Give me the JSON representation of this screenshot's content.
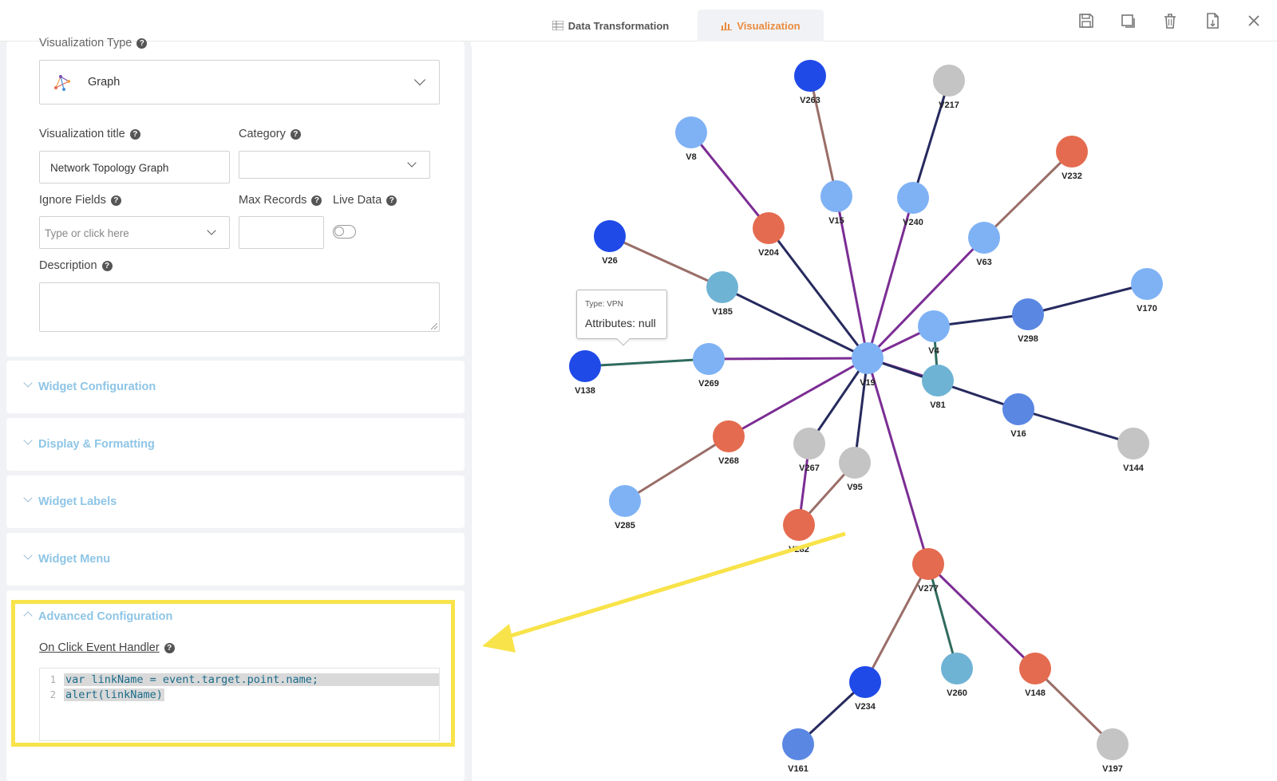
{
  "tabs": [
    {
      "label": "Data Transformation"
    },
    {
      "label": "Visualization"
    }
  ],
  "toolbar": {
    "icons": [
      "save-icon",
      "duplicate-icon",
      "trash-icon",
      "export-pdf-icon",
      "close-icon"
    ]
  },
  "form": {
    "viz_type_label": "Visualization Type",
    "viz_type_value": "Graph",
    "title_label": "Visualization title",
    "title_value": "Network Topology Graph",
    "category_label": "Category",
    "category_value": "",
    "ignore_label": "Ignore Fields",
    "ignore_placeholder": "Type or click here",
    "max_records_label": "Max Records",
    "max_records_value": "",
    "live_data_label": "Live Data",
    "live_data_on": false,
    "description_label": "Description",
    "description_value": ""
  },
  "sections": [
    {
      "label": "Widget Configuration"
    },
    {
      "label": "Display & Formatting"
    },
    {
      "label": "Widget Labels"
    },
    {
      "label": "Widget Menu"
    },
    {
      "label": "Advanced Configuration"
    }
  ],
  "advanced": {
    "handler_label": "On Click Event Handler",
    "code_lines": [
      "var linkName = event.target.point.name;",
      "alert(linkName)"
    ],
    "line_numbers": [
      "1",
      "2"
    ]
  },
  "tooltip": {
    "type_text": "Type: VPN",
    "attributes_text": "Attributes: null"
  },
  "colors": {
    "accent_orange": "#e88a3d",
    "section_blue": "#8ec5e6",
    "highlight_yellow": "#f8e34a"
  },
  "graph": {
    "nodes": [
      {
        "id": "V19",
        "color": "#7fb2f5"
      },
      {
        "id": "V263",
        "color": "#1f4ae8"
      },
      {
        "id": "V217",
        "color": "#c4c4c4"
      },
      {
        "id": "V8",
        "color": "#7fb2f5"
      },
      {
        "id": "V232",
        "color": "#e46b4f"
      },
      {
        "id": "V15",
        "color": "#7fb2f5"
      },
      {
        "id": "V240",
        "color": "#7fb2f5"
      },
      {
        "id": "V204",
        "color": "#e46b4f"
      },
      {
        "id": "V26",
        "color": "#1f4ae8"
      },
      {
        "id": "V63",
        "color": "#7fb2f5"
      },
      {
        "id": "V185",
        "color": "#6fb3d4"
      },
      {
        "id": "V170",
        "color": "#7fb2f5"
      },
      {
        "id": "V298",
        "color": "#5a87e2"
      },
      {
        "id": "V4",
        "color": "#7fb2f5"
      },
      {
        "id": "V138",
        "color": "#1f4ae8"
      },
      {
        "id": "V269",
        "color": "#7fb2f5"
      },
      {
        "id": "V81",
        "color": "#6fb3d4"
      },
      {
        "id": "V16",
        "color": "#5a87e2"
      },
      {
        "id": "V144",
        "color": "#c4c4c4"
      },
      {
        "id": "V268",
        "color": "#e46b4f"
      },
      {
        "id": "V267",
        "color": "#c4c4c4"
      },
      {
        "id": "V95",
        "color": "#c4c4c4"
      },
      {
        "id": "V285",
        "color": "#7fb2f5"
      },
      {
        "id": "V282",
        "color": "#e46b4f"
      },
      {
        "id": "V277",
        "color": "#e46b4f"
      },
      {
        "id": "V260",
        "color": "#6fb3d4"
      },
      {
        "id": "V148",
        "color": "#e46b4f"
      },
      {
        "id": "V234",
        "color": "#1f4ae8"
      },
      {
        "id": "V161",
        "color": "#5a87e2"
      },
      {
        "id": "V197",
        "color": "#c4c4c4"
      }
    ],
    "edges": [
      {
        "from": "V263",
        "to": "V15",
        "color": "#9a6e68"
      },
      {
        "from": "V217",
        "to": "V240",
        "color": "#262a5e"
      },
      {
        "from": "V8",
        "to": "V204",
        "color": "#7b2d94"
      },
      {
        "from": "V232",
        "to": "V63",
        "color": "#9a6e68"
      },
      {
        "from": "V15",
        "to": "V19",
        "color": "#7b2d94"
      },
      {
        "from": "V240",
        "to": "V19",
        "color": "#7b2d94"
      },
      {
        "from": "V204",
        "to": "V19",
        "color": "#262a5e"
      },
      {
        "from": "V26",
        "to": "V185",
        "color": "#9a6e68"
      },
      {
        "from": "V63",
        "to": "V19",
        "color": "#7b2d94"
      },
      {
        "from": "V185",
        "to": "V19",
        "color": "#262a5e"
      },
      {
        "from": "V170",
        "to": "V298",
        "color": "#262a5e"
      },
      {
        "from": "V298",
        "to": "V4",
        "color": "#262a5e"
      },
      {
        "from": "V4",
        "to": "V19",
        "color": "#7b2d94"
      },
      {
        "from": "V4",
        "to": "V81",
        "color": "#2f6b5e"
      },
      {
        "from": "V138",
        "to": "V269",
        "color": "#2f6b5e"
      },
      {
        "from": "V269",
        "to": "V19",
        "color": "#7b2d94"
      },
      {
        "from": "V81",
        "to": "V19",
        "color": "#7b2d94"
      },
      {
        "from": "V19",
        "to": "V16",
        "color": "#262a5e"
      },
      {
        "from": "V16",
        "to": "V144",
        "color": "#262a5e"
      },
      {
        "from": "V268",
        "to": "V19",
        "color": "#7b2d94"
      },
      {
        "from": "V267",
        "to": "V19",
        "color": "#262a5e"
      },
      {
        "from": "V95",
        "to": "V19",
        "color": "#262a5e"
      },
      {
        "from": "V285",
        "to": "V268",
        "color": "#9a6e68"
      },
      {
        "from": "V282",
        "to": "V267",
        "color": "#7b2d94"
      },
      {
        "from": "V282",
        "to": "V95",
        "color": "#9a6e68"
      },
      {
        "from": "V277",
        "to": "V19",
        "color": "#7b2d94"
      },
      {
        "from": "V277",
        "to": "V260",
        "color": "#2f6b5e"
      },
      {
        "from": "V277",
        "to": "V148",
        "color": "#7b2d94"
      },
      {
        "from": "V277",
        "to": "V234",
        "color": "#9a6e68"
      },
      {
        "from": "V234",
        "to": "V161",
        "color": "#262a5e"
      },
      {
        "from": "V148",
        "to": "V197",
        "color": "#9a6e68"
      }
    ]
  }
}
